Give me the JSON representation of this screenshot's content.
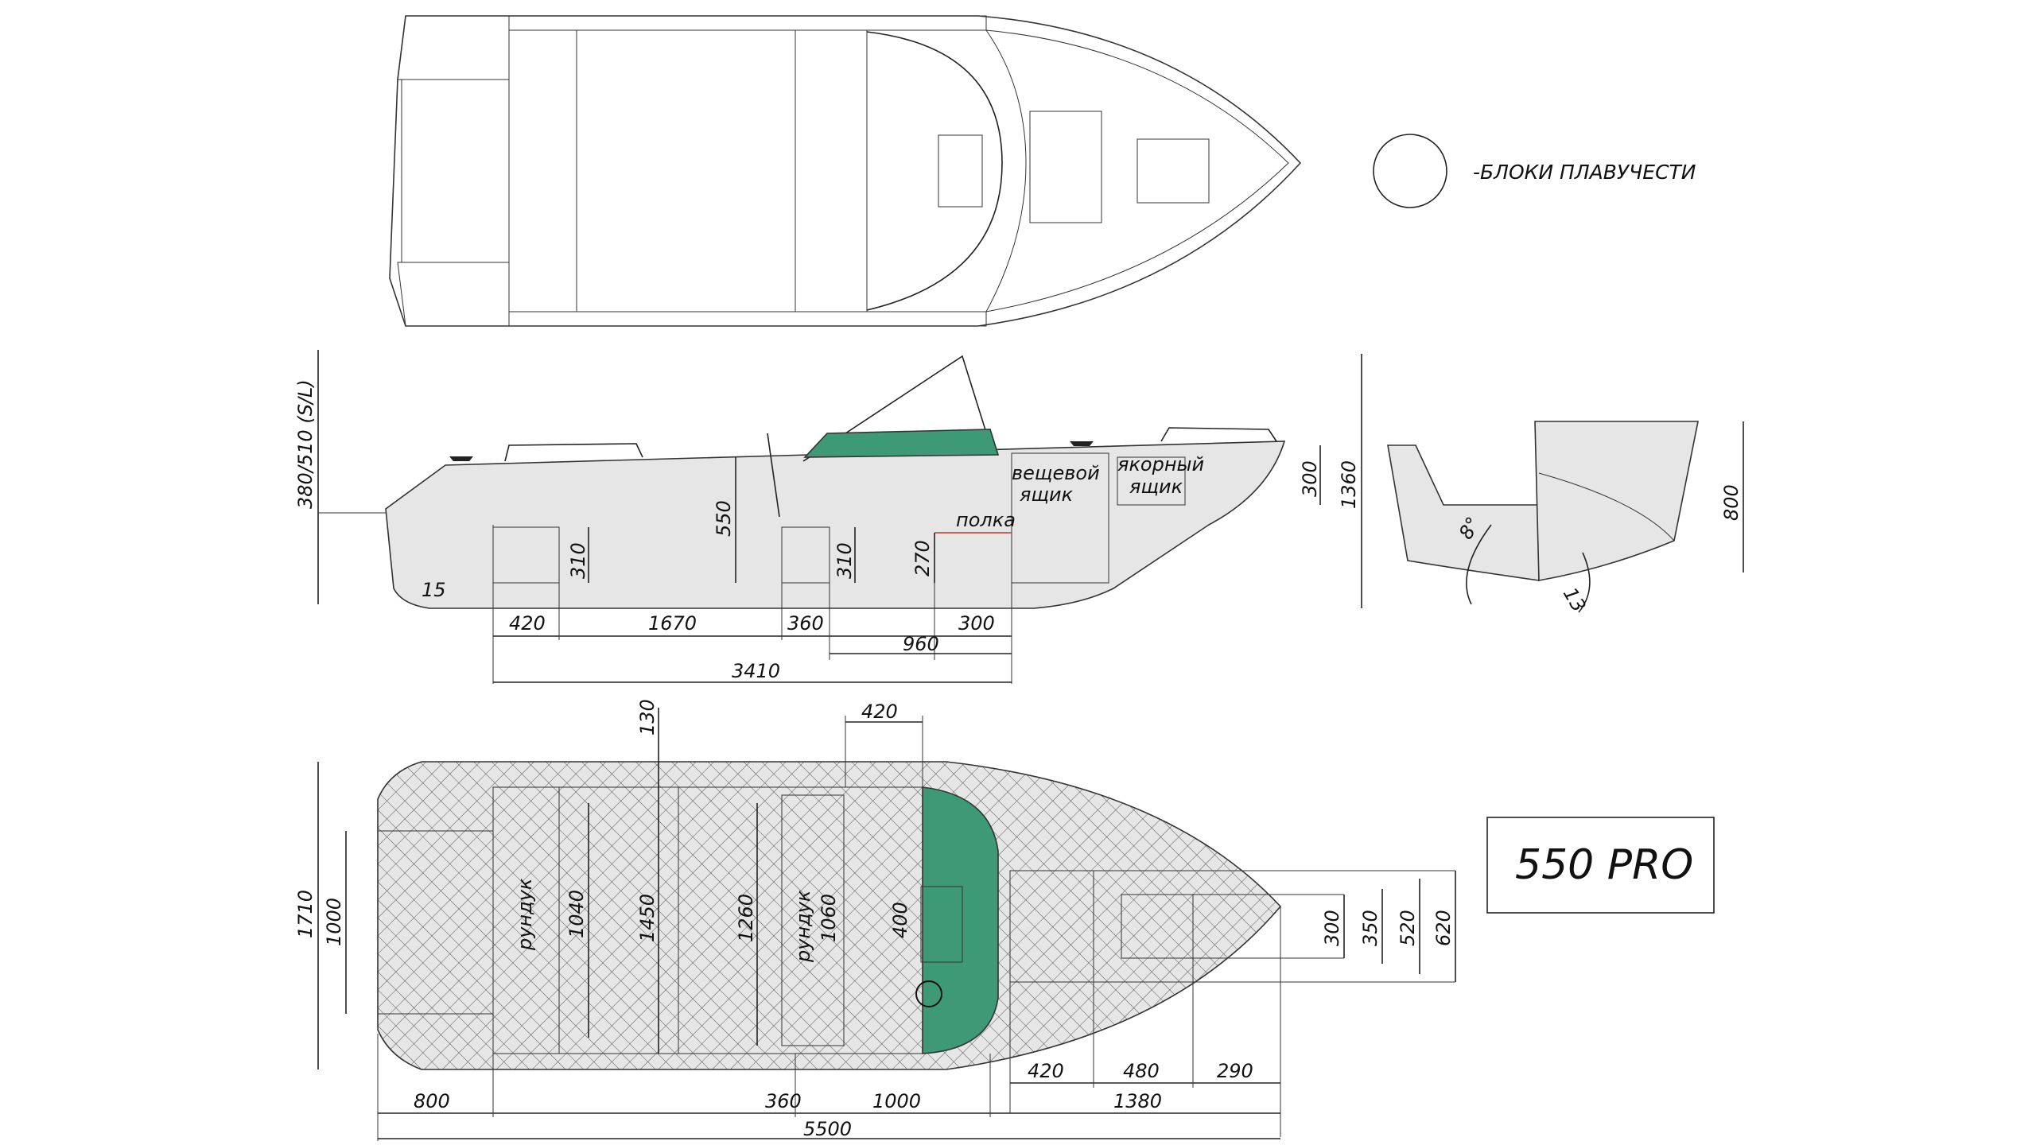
{
  "legend": {
    "text": "-БЛОКИ ПЛАВУЧЕСТИ"
  },
  "model": {
    "name": "550 PRO"
  },
  "colors": {
    "gray_fill": "#e6e6e6",
    "orange": "#dba214",
    "red": "#a33a2f",
    "green": "#3e9a76",
    "line": "#222222"
  },
  "side_view": {
    "labels": {
      "storage_box_1": "вещевой",
      "storage_box_2": "ящик",
      "anchor_box_1": "якорный",
      "anchor_box_2": "ящик",
      "shelf": "полка"
    },
    "dims": {
      "transom_height": "380/510 (S/L)",
      "d550": "550",
      "d310a": "310",
      "d310b": "310",
      "d270": "270",
      "d300v": "300",
      "d1360": "1360",
      "angle15": "15",
      "d420": "420",
      "d1670": "1670",
      "d360": "360",
      "d300h": "300",
      "d960": "960",
      "d3410": "3410"
    }
  },
  "section_view": {
    "dims": {
      "d800": "800",
      "angle8": "8°",
      "angle13": "13"
    }
  },
  "plan_view": {
    "labels": {
      "chest_1": "рундук",
      "chest_2": "рундук"
    },
    "dims": {
      "d130": "130",
      "d420top": "420",
      "d1710": "1710",
      "d1000v": "1000",
      "d1040": "1040",
      "d1450": "1450",
      "d1260": "1260",
      "d1060": "1060",
      "d400": "400",
      "d300": "300",
      "d350": "350",
      "d520": "520",
      "d620": "620",
      "d420bottom": "420",
      "d480": "480",
      "d290": "290",
      "d800": "800",
      "d360": "360",
      "d1000h": "1000",
      "d1380": "1380",
      "d5500": "5500"
    }
  }
}
